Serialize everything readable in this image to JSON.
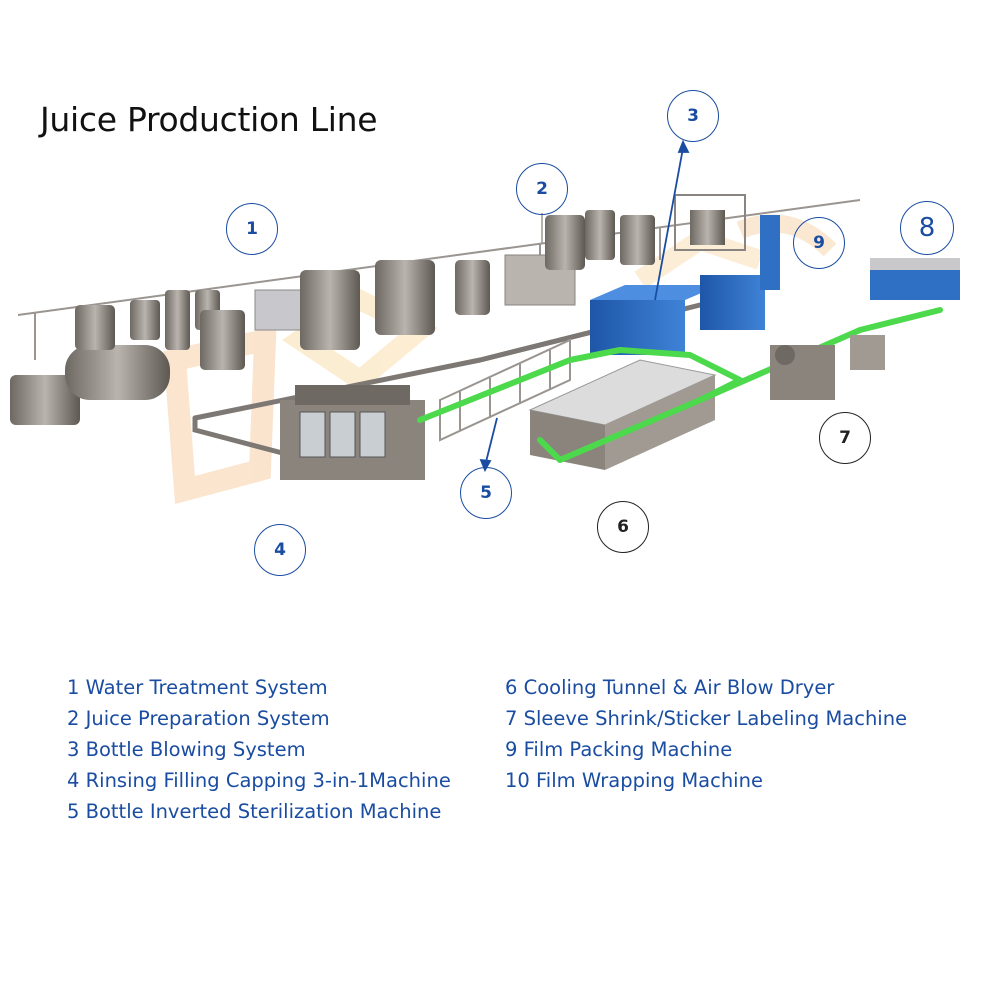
{
  "title": "Juice Production Line",
  "callouts": [
    {
      "id": "1",
      "label": "1"
    },
    {
      "id": "2",
      "label": "2"
    },
    {
      "id": "3",
      "label": "3"
    },
    {
      "id": "4",
      "label": "4"
    },
    {
      "id": "5",
      "label": "5"
    },
    {
      "id": "6",
      "label": "6"
    },
    {
      "id": "7",
      "label": "7"
    },
    {
      "id": "8",
      "label": "8"
    },
    {
      "id": "9",
      "label": "9"
    }
  ],
  "legend": {
    "left": [
      "1 Water Treatment System",
      "2 Juice Preparation System",
      "3 Bottle Blowing System",
      "4 Rinsing Filling Capping 3-in-1Machine",
      "5 Bottle Inverted Sterilization Machine"
    ],
    "right": [
      "6 Cooling Tunnel & Air Blow Dryer",
      "7 Sleeve Shrink/Sticker Labeling Machine",
      "9 Film Packing Machine",
      "10 Film Wrapping Machine"
    ]
  },
  "colors": {
    "accent": "#1a4da1",
    "conveyor": "#4cd94c",
    "steel": "#8a8580",
    "machine_blue": "#2f6fc4"
  }
}
